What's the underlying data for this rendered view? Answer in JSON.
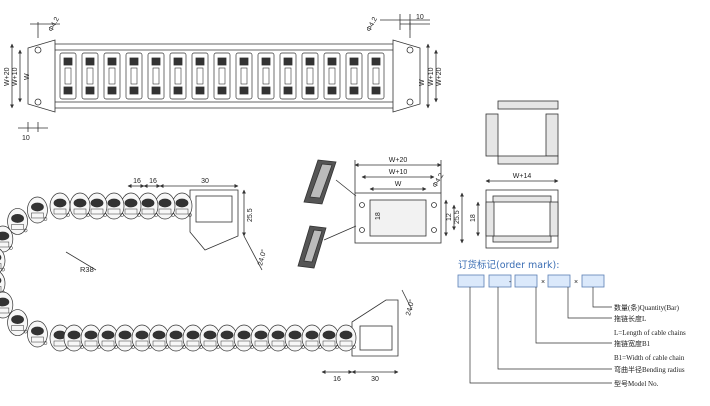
{
  "top_view": {
    "dims": {
      "hole_left": "Φ4.2",
      "hole_right": "Φ4.2",
      "pitch_top": "10",
      "pitch_bottom": "10",
      "left_outer": "W+20",
      "left_mid": "W+10",
      "left_inner": "W",
      "right_outer": "W+20",
      "right_mid": "W+10",
      "right_inner": "W"
    }
  },
  "side_view": {
    "dims": {
      "pitch_a": "16",
      "pitch_b": "16",
      "end_len": "30",
      "height": "25.5",
      "angle_top": "24.0°",
      "radius": "R38",
      "angle_bottom": "24.0°",
      "pitch_c": "16",
      "end_len_bottom": "30"
    },
    "link_labels": [
      "Taeiir",
      "TLMA",
      "TC38"
    ]
  },
  "bracket_view": {
    "dims": {
      "outer": "W+20",
      "mid": "W+10",
      "inner": "W",
      "hole": "Φ4.2",
      "depth": "18",
      "d12": "12",
      "d255": "25.5"
    }
  },
  "section_view": {
    "dims": {
      "width": "W+14",
      "height": "18"
    }
  },
  "order_mark": {
    "title": "订货标记(order mark):",
    "separators": [
      "-",
      "×",
      "×"
    ],
    "legend": [
      "数量(条)Quantity(Bar)",
      "拖链长度L",
      "L=Length of cable chains",
      "拖链宽度B1",
      "B1=Width of cable chain",
      "弯曲半径Bending radius",
      "型号Model No."
    ]
  },
  "colors": {
    "line": "#333333",
    "order_box_fill": "#dbe9fb",
    "order_box_stroke": "#5b7fb5",
    "title": "#3a6db3"
  }
}
